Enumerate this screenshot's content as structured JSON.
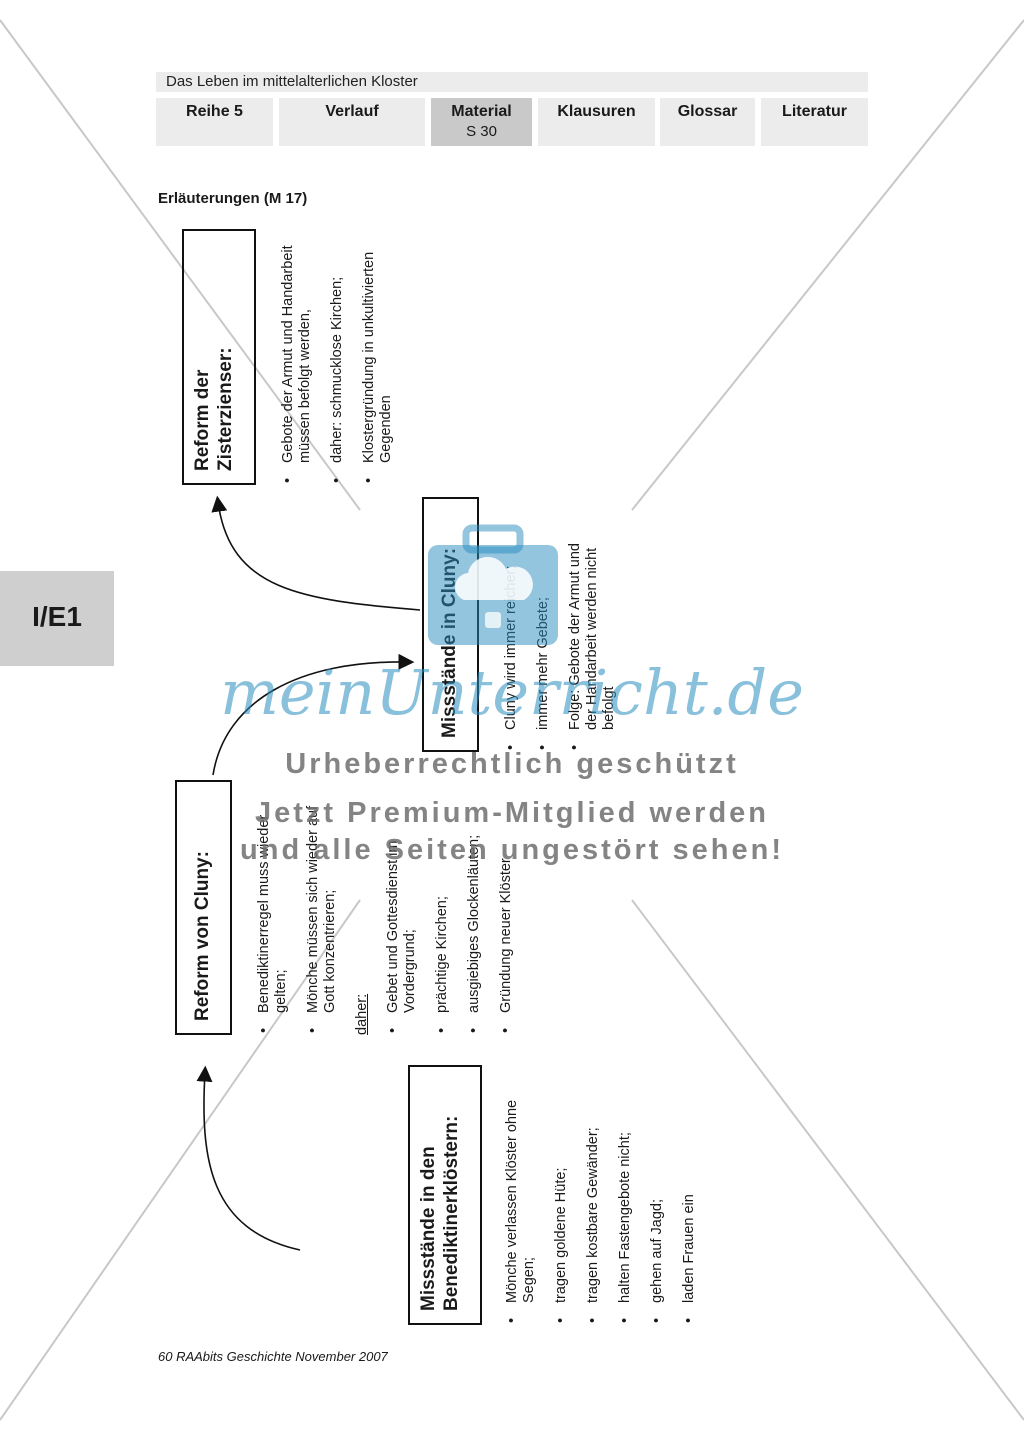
{
  "header": {
    "title": "Das Leben im mittelalterlichen Kloster",
    "tabs": [
      {
        "label": "Reihe 5",
        "sub": ""
      },
      {
        "label": "Verlauf",
        "sub": ""
      },
      {
        "label": "Material",
        "sub": "S 30"
      },
      {
        "label": "Klausuren",
        "sub": ""
      },
      {
        "label": "Glossar",
        "sub": ""
      },
      {
        "label": "Literatur",
        "sub": ""
      }
    ]
  },
  "side_tab": "I/E1",
  "heading": "Erläuterungen (M 17)",
  "diagram": {
    "missstaende_benediktiner": {
      "title_1": "Missstände in den",
      "title_2": "Benediktinerklöstern:",
      "items": [
        "Mönche verlassen Klöster ohne Segen;",
        "tragen goldene Hüte;",
        "tragen kostbare Gewänder;",
        "halten Fastengebote nicht;",
        "gehen auf Jagd;",
        "laden Frauen ein"
      ]
    },
    "reform_cluny": {
      "title": "Reform von Cluny:",
      "items": [
        "Benediktinerregel muss wieder gelten;",
        "Mönche müssen sich wieder auf Gott konzentrieren;"
      ],
      "daher": "daher:",
      "items_2": [
        "Gebet und Gottesdienst im Vordergrund;",
        "prächtige Kirchen;",
        "ausgiebiges Glockenläuten;",
        "Gründung neuer Klöster"
      ]
    },
    "missstaende_cluny": {
      "title": "Missstände in Cluny:",
      "items": [
        "Cluny wird immer reicher;",
        "immer mehr Gebete;",
        "Folge: Gebote der Armut und der Handarbeit werden nicht befolgt"
      ]
    },
    "reform_zisterzienser": {
      "title_1": "Reform der",
      "title_2": "Zisterzienser:",
      "items": [
        "Gebote der Armut und Handarbeit müssen befolgt werden,",
        "daher: schmucklose Kirchen;",
        "Klostergründung in unkultivierten Gegenden"
      ]
    }
  },
  "watermark": {
    "logo": "meinUnterricht.de",
    "line1": "Urheberrechtlich geschützt",
    "line2": "Jetzt Premium-Mitglied werden",
    "line3": "und alle Seiten ungestört sehen!"
  },
  "footer": "60 RAAbits Geschichte November 2007"
}
